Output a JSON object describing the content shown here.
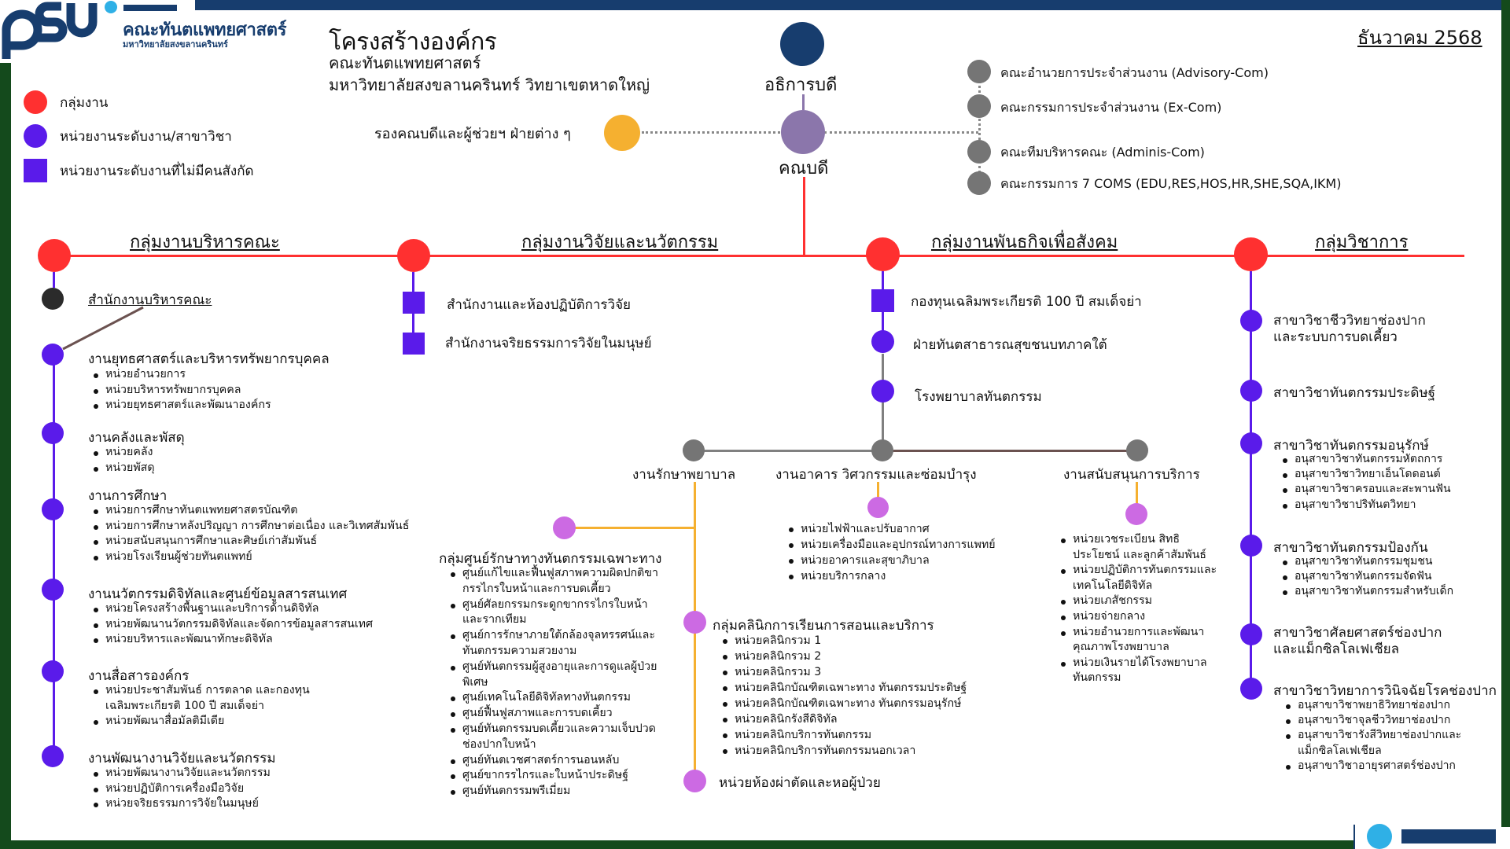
{
  "header": {
    "logo_text": "PSU",
    "faculty_name": "คณะทันตแพทยศาสตร์",
    "university_name": "มหาวิทยาลัยสงขลานครินทร์",
    "title": "โครงสร้างองค์กร",
    "subtitle_faculty": "คณะทันตแพทยศาสตร์",
    "subtitle_campus": "มหาวิทยาลัยสงขลานครินทร์ วิทยาเขตหาดใหญ่",
    "date": "ธันวาคม 2568"
  },
  "legend": [
    {
      "symbol": "red-circle",
      "label": "กลุ่มงาน"
    },
    {
      "symbol": "purple-circle",
      "label": "หน่วยงานระดับงาน/สาขาวิชา"
    },
    {
      "symbol": "purple-square",
      "label": "หน่วยงานระดับงานที่ไม่มีคนสังกัด"
    }
  ],
  "colors": {
    "navy": "#173d6e",
    "green_frame": "#144a1c",
    "red_group": "#ff3030",
    "purple_unit": "#5a1bea",
    "dean": "#8b76ab",
    "deputy": "#f5b030",
    "committee_gray": "#757575",
    "pink_sub": "#cc6ae3",
    "orange_line": "#f5b030",
    "brown_line": "#6b5250",
    "light_blue": "#2fb0e6"
  },
  "top": {
    "president": "อธิการบดี",
    "dean": "คณบดี",
    "deputies": "รองคณบดีและผู้ช่วยฯ ฝ่ายต่าง ๆ",
    "committees": [
      "คณะอำนวยการประจำส่วนงาน (Advisory-Com)",
      "คณะกรรมการประจำส่วนงาน (Ex-Com)",
      "คณะทีมบริหารคณะ (Adminis-Com)",
      "คณะกรรมการ 7 COMS (EDU,RES,HOS,HR,SHE,SQA,IKM)"
    ]
  },
  "groups": {
    "admin": {
      "title": "กลุ่มงานบริหารคณะ",
      "office": "สำนักงานบริหารคณะ",
      "units": [
        {
          "name": "งานยุทธศาสตร์และบริหารทรัพยากรบุคคล",
          "items": [
            "หน่วยอำนวยการ",
            "หน่วยบริหารทรัพยากรบุคคล",
            "หน่วยยุทธศาสตร์และพัฒนาองค์กร"
          ]
        },
        {
          "name": "งานคลังและพัสดุ",
          "items": [
            "หน่วยคลัง",
            "หน่วยพัสดุ"
          ]
        },
        {
          "name": "งานการศึกษา",
          "items": [
            "หน่วยการศึกษาทันตแพทยศาสตรบัณฑิต",
            "หน่วยการศึกษาหลังปริญญา การศึกษาต่อเนื่อง และวิเทศสัมพันธ์",
            "หน่วยสนับสนุนการศึกษาและศิษย์เก่าสัมพันธ์",
            "หน่วยโรงเรียนผู้ช่วยทันตแพทย์"
          ]
        },
        {
          "name": "งานนวัตกรรมดิจิทัลและศูนย์ข้อมูลสารสนเทศ",
          "items": [
            "หน่วยโครงสร้างพื้นฐานและบริการด้านดิจิทัล",
            "หน่วยพัฒนานวัตกรรมดิจิทัลและจัดการข้อมูลสารสนเทศ",
            "หน่วยบริหารและพัฒนาทักษะดิจิทัล"
          ]
        },
        {
          "name": "งานสื่อสารองค์กร",
          "items": [
            "หน่วยประชาสัมพันธ์ การตลาด และกองทุน",
            "เฉลิมพระเกียรติ 100 ปี สมเด็จย่า",
            "หน่วยพัฒนาสื่อมัลติมีเดีย"
          ]
        },
        {
          "name": "งานพัฒนางานวิจัยและนวัตกรรม",
          "items": [
            "หน่วยพัฒนางานวิจัยและนวัตกรรม",
            "หน่วยปฏิบัติการเครื่องมือวิจัย",
            "หน่วยจริยธรรมการวิจัยในมนุษย์"
          ]
        }
      ]
    },
    "research": {
      "title": "กลุ่มงานวิจัยและนวัตกรรม",
      "units": [
        "สำนักงานและห้องปฏิบัติการวิจัย",
        "สำนักงานจริยธรรมการวิจัยในมนุษย์"
      ]
    },
    "social": {
      "title": "กลุ่มงานพันธกิจเพื่อสังคม",
      "units": [
        "กองทุนเฉลิมพระเกียรติ 100 ปี สมเด็จย่า",
        "ฝ่ายทันตสาธารณสุขชนบทภาคใต้",
        "โรงพยาบาลทันตกรรม"
      ],
      "hospital_branches": {
        "nursing": {
          "name": "งานรักษาพยาบาล",
          "specialty_centers": {
            "name": "กลุ่มศูนย์รักษาทางทันตกรรมเฉพาะทาง",
            "items": [
              [
                "ศูนย์แก้ไขและฟื้นฟูสภาพความผิดปกติขา",
                "กรรไกรใบหน้าและการบดเคี้ยว"
              ],
              [
                "ศูนย์ศัลยกรรมกระดูกขากรรไกรใบหน้า",
                "และรากเทียม"
              ],
              [
                "ศูนย์การรักษาภายใต้กล้องจุลทรรศน์และ",
                "ทันตกรรมความสวยงาม"
              ],
              [
                "ศูนย์ทันตกรรมผู้สูงอายุและการดูแลผู้ป่วย",
                "พิเศษ"
              ],
              [
                "ศูนย์เทคโนโลยีดิจิทัลทางทันตกรรม"
              ],
              [
                "ศูนย์ฟื้นฟูสภาพและการบดเคี้ยว"
              ],
              [
                "ศูนย์ทันตกรรมบดเคี้ยวและความเจ็บปวด",
                "ช่องปากใบหน้า"
              ],
              [
                "ศูนย์ทันตเวชศาสตร์การนอนหลับ"
              ],
              [
                "ศูนย์ขากรรไกรและใบหน้าประดิษฐ์"
              ],
              [
                "ศูนย์ทันตกรรมพรีเมี่ยม"
              ]
            ]
          },
          "teaching_clinics": {
            "name": "กลุ่มคลินิกการเรียนการสอนและบริการ",
            "items": [
              "หน่วยคลินิกรวม 1",
              "หน่วยคลินิกรวม 2",
              "หน่วยคลินิกรวม 3",
              "หน่วยคลินิกบัณฑิตเฉพาะทาง ทันตกรรมประดิษฐ์",
              "หน่วยคลินิกบัณฑิตเฉพาะทาง ทันตกรรมอนุรักษ์",
              "หน่วยคลินิกรังสีดิจิทัล",
              "หน่วยคลินิกบริการทันตกรรม",
              "หน่วยคลินิกบริการทันตกรรมนอกเวลา"
            ]
          },
          "surgery": "หน่วยห้องผ่าตัดและหอผู้ป่วย"
        },
        "building": {
          "name": "งานอาคาร วิศวกรรมและซ่อมบำรุง",
          "items": [
            "หน่วยไฟฟ้าและปรับอากาศ",
            "หน่วยเครื่องมือและอุปกรณ์ทางการแพทย์",
            "หน่วยอาคารและสุขาภิบาล",
            "หน่วยบริการกลาง"
          ]
        },
        "support": {
          "name": "งานสนับสนุนการบริการ",
          "items": [
            [
              "หน่วยเวชระเบียน สิทธิ",
              "ประโยชน์ และลูกค้าสัมพันธ์"
            ],
            [
              "หน่วยปฏิบัติการทันตกรรมและ",
              "เทคโนโลยีดิจิทัล"
            ],
            [
              "หน่วยเภสัชกรรม"
            ],
            [
              "หน่วยจ่ายกลาง"
            ],
            [
              "หน่วยอำนวยการและพัฒนา",
              "คุณภาพโรงพยาบาล"
            ],
            [
              "หน่วยเงินรายได้โรงพยาบาล",
              "ทันตกรรม"
            ]
          ]
        }
      }
    },
    "academic": {
      "title": "กลุ่มวิชาการ",
      "departments": [
        {
          "name": [
            "สาขาวิชาชีววิทยาช่องปาก",
            "และระบบการบดเคี้ยว"
          ],
          "items": []
        },
        {
          "name": [
            "สาขาวิชาทันตกรรมประดิษฐ์"
          ],
          "items": []
        },
        {
          "name": [
            "สาขาวิชาทันตกรรมอนุรักษ์"
          ],
          "items": [
            "อนุสาขาวิชาทันตกรรมหัตถการ",
            "อนุสาขาวิชาวิทยาเอ็นโดดอนต์",
            "อนุสาขาวิชาครอบและสะพานฟัน",
            "อนุสาขาวิชาปริทันตวิทยา"
          ]
        },
        {
          "name": [
            "สาขาวิชาทันตกรรมป้องกัน"
          ],
          "items": [
            "อนุสาขาวิชาทันตกรรมชุมชน",
            "อนุสาขาวิชาทันตกรรมจัดฟัน",
            "อนุสาขาวิชาทันตกรรมสำหรับเด็ก"
          ]
        },
        {
          "name": [
            "สาขาวิชาศัลยศาสตร์ช่องปาก",
            "และแม็กซิลโลเฟเชียล"
          ],
          "items": []
        },
        {
          "name": [
            "สาขาวิชาวิทยาการวินิจฉัยโรคช่องปาก"
          ],
          "items": [
            "อนุสาขาวิชาพยาธิวิทยาช่องปาก",
            "อนุสาขาวิชาจุลชีววิทยาช่องปาก",
            "อนุสาขาวิชารังสีวิทยาช่องปากและ|แม็กซิลโลเฟเชียล",
            "อนุสาขาวิชาอายุรศาสตร์ช่องปาก"
          ]
        }
      ]
    }
  }
}
